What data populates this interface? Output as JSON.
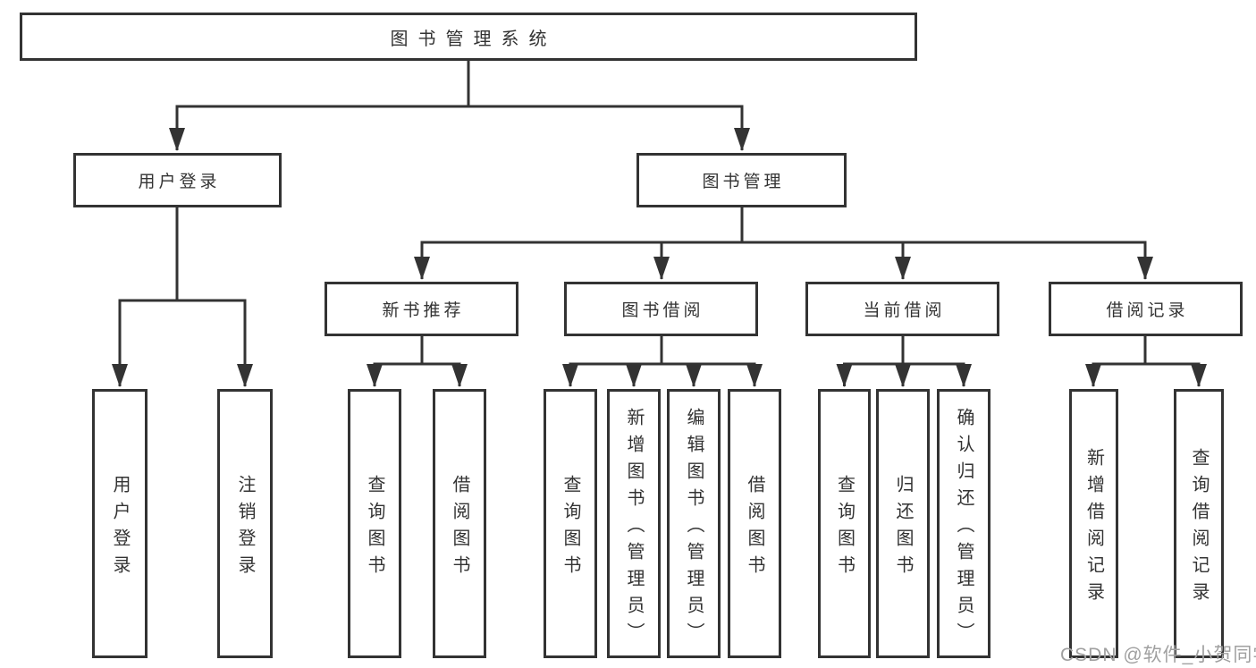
{
  "tree": {
    "root": {
      "label": "图书管理系统"
    },
    "branches": [
      {
        "label": "用户登录",
        "children": [
          {
            "label": "用户登录"
          },
          {
            "label": "注销登录"
          }
        ]
      },
      {
        "label": "图书管理",
        "children": [
          {
            "label": "新书推荐",
            "children": [
              {
                "label": "查询图书"
              },
              {
                "label": "借阅图书"
              }
            ]
          },
          {
            "label": "图书借阅",
            "children": [
              {
                "label": "查询图书"
              },
              {
                "label": "新增图书（管理员）"
              },
              {
                "label": "编辑图书（管理员）"
              },
              {
                "label": "借阅图书"
              }
            ]
          },
          {
            "label": "当前借阅",
            "children": [
              {
                "label": "查询图书"
              },
              {
                "label": "归还图书"
              },
              {
                "label": "确认归还（管理员）"
              }
            ]
          },
          {
            "label": "借阅记录",
            "children": [
              {
                "label": "新增借阅记录"
              },
              {
                "label": "查询借阅记录"
              }
            ]
          }
        ]
      }
    ]
  },
  "watermark": {
    "text": "CSDN @软件_小贺同学"
  },
  "colors": {
    "line": "#333333",
    "text": "#333333",
    "watermark": "#a0a0a0",
    "background": "#ffffff"
  }
}
